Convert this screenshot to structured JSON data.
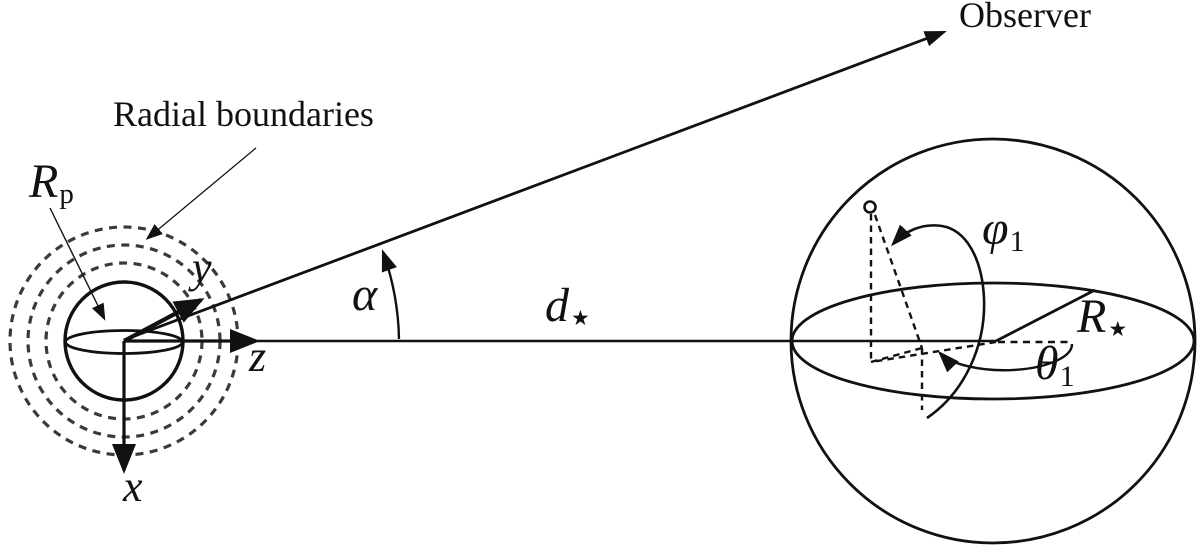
{
  "figure": {
    "observer_label": "Observer",
    "radial_boundaries_label": "Radial boundaries",
    "planet": {
      "radius_symbol": "R",
      "radius_sub": "p",
      "axis_x": "x",
      "axis_y": "y",
      "axis_z": "z"
    },
    "geometry": {
      "phase_angle_symbol": "α",
      "distance_symbol": "d",
      "distance_sub": "★"
    },
    "star": {
      "radius_symbol": "R",
      "radius_sub": "★",
      "polar_symbol": "φ",
      "polar_sub": "1",
      "azimuth_symbol": "θ",
      "azimuth_sub": "1"
    }
  },
  "colors": {
    "ink": "#111111",
    "background": "#ffffff",
    "boundary_dash": "#3a3a3a"
  }
}
